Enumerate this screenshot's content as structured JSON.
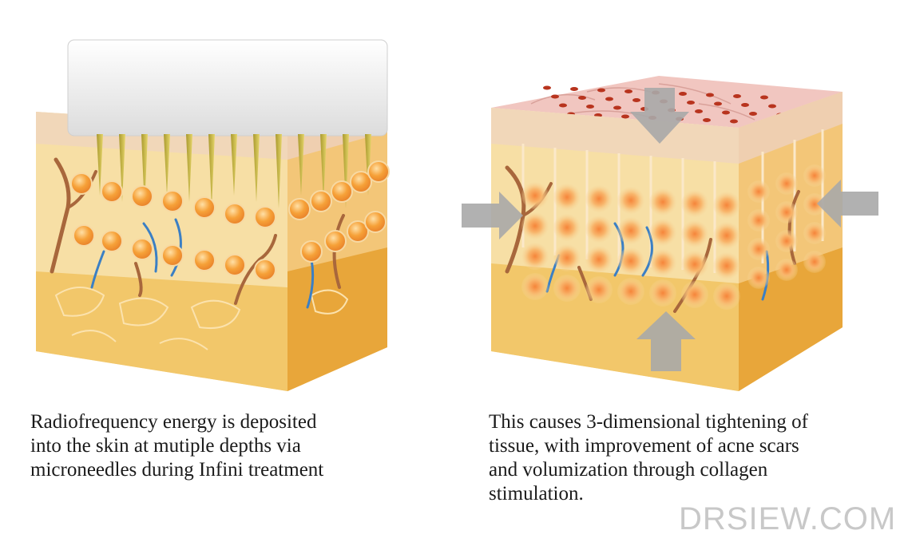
{
  "left_panel": {
    "caption": "Radiofrequency energy is deposited\ninto the skin  at  mutiple  depths via\nmicroneedles during Infini treatment"
  },
  "right_panel": {
    "caption": "This causes 3-dimensional tightening of\ntissue, with improvement  of acne scars\nand  volumization  through  collagen\nstimulation."
  },
  "brand": "DRSIEW.COM",
  "colors": {
    "epidermis": "#f1d7b9",
    "dermis": "#f7dfa5",
    "fat_layer": "#f2c76a",
    "side_face": "#e8a63a",
    "energy_dot": "#f6a138",
    "arrow": "#a9a9a9",
    "vessel_blue": "#3b7fc4",
    "vessel_brown": "#a8673c",
    "device": "#eeeeee"
  }
}
